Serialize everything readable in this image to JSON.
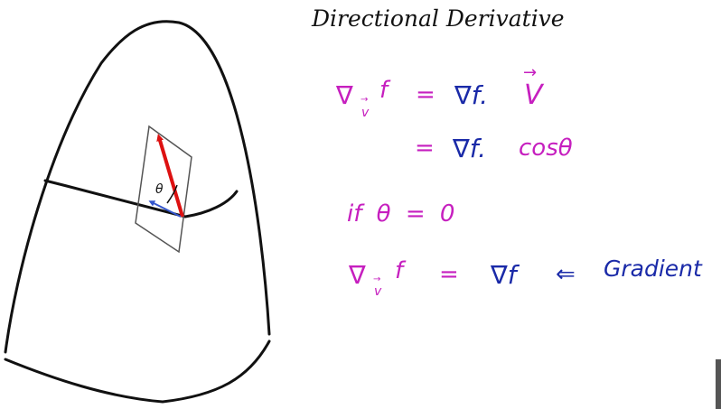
{
  "title": "Directional Derivative",
  "theta_label": "θ",
  "colors": {
    "ink": "#111111",
    "red_vector": "#dd1111",
    "blue_vector": "#3355cc",
    "plane": "#555555",
    "magenta": "#c61fbf",
    "navy": "#1a2aa8"
  },
  "equations": {
    "line1": {
      "lhs_nabla": "∇",
      "lhs_sub": "v",
      "lhs_sub_arrow": "→",
      "lhs_f": "f",
      "eq": "=",
      "rhs_grad": "∇f.",
      "rhs_v": "V",
      "rhs_v_arrow": "→"
    },
    "line2": {
      "eq": "=",
      "rhs_grad": "∇f.",
      "rhs_cos": "cosθ"
    },
    "line3": {
      "text": "if θ = 0"
    },
    "line4": {
      "lhs_nabla": "∇",
      "lhs_sub": "v",
      "lhs_sub_arrow": "→",
      "lhs_f": "f",
      "eq": "=",
      "rhs_grad": "∇f",
      "arrow": "⇐",
      "label": "Gradient"
    }
  }
}
